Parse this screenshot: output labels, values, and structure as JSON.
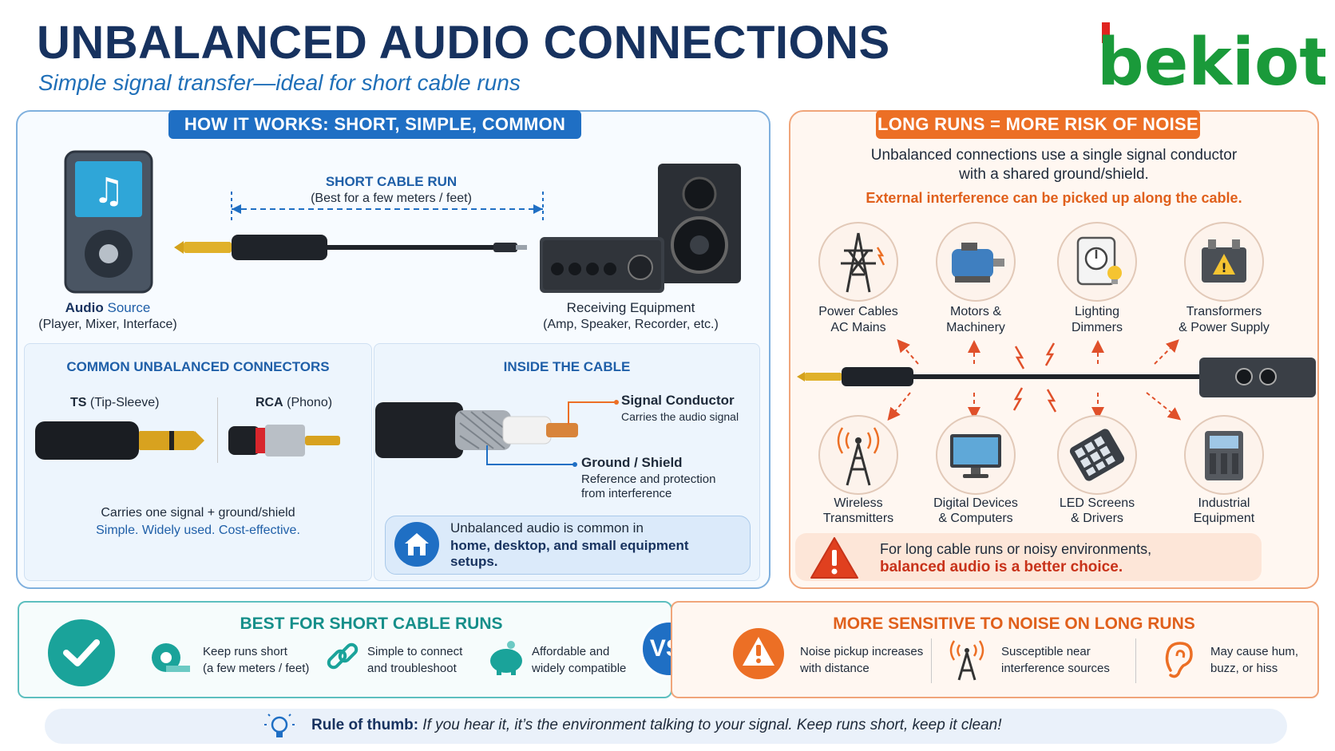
{
  "header": {
    "title": "UNBALANCED AUDIO CONNECTIONS",
    "subtitle": "Simple signal transfer—ideal for short cable runs",
    "logo_text": "bekiot"
  },
  "how": {
    "pill": "HOW IT WORKS: SHORT, SIMPLE, COMMON",
    "cable_run_title": "SHORT CABLE RUN",
    "cable_run_sub": "(Best for a few meters / feet)",
    "source_label_bold": "Audio",
    "source_label_rest": " Source",
    "source_sub": "(Player, Mixer, Interface)",
    "receiver_label": "Receiving Equipment",
    "receiver_sub": "(Amp, Speaker, Recorder, etc.)"
  },
  "connectors": {
    "title": "COMMON UNBALANCED CONNECTORS",
    "ts_bold": "TS",
    "ts_rest": " (Tip-Sleeve)",
    "rca_bold": "RCA",
    "rca_rest": " (Phono)",
    "carries": "Carries one signal + ground/shield",
    "simple": "Simple. Widely used. Cost-effective."
  },
  "inside": {
    "title": "INSIDE THE CABLE",
    "signal_title": "Signal Conductor",
    "signal_sub": "Carries the audio signal",
    "ground_title": "Ground / Shield",
    "ground_sub1": "Reference and protection",
    "ground_sub2": "from interference",
    "home_line1": "Unbalanced audio is common in",
    "home_line2": "home, desktop, and small equipment",
    "home_line3": "setups."
  },
  "risk": {
    "pill": "LONG RUNS = MORE RISK OF NOISE",
    "desc1": "Unbalanced connections use a single signal conductor",
    "desc2": "with a shared ground/shield.",
    "warning": "External interference can be picked up along the cable.",
    "top_sources": [
      {
        "line1": "Power Cables",
        "line2": "AC Mains"
      },
      {
        "line1": "Motors &",
        "line2": "Machinery"
      },
      {
        "line1": "Lighting",
        "line2": "Dimmers"
      },
      {
        "line1": "Transformers",
        "line2": "& Power Supply"
      }
    ],
    "bottom_sources": [
      {
        "line1": "Wireless",
        "line2": "Transmitters"
      },
      {
        "line1": "Digital Devices",
        "line2": "& Computers"
      },
      {
        "line1": "LED Screens",
        "line2": "& Drivers"
      },
      {
        "line1": "Industrial",
        "line2": "Equipment"
      }
    ],
    "balanced_line1": "For long cable runs or noisy environments,",
    "balanced_line2": "balanced audio is a better choice."
  },
  "best": {
    "title": "BEST FOR SHORT CABLE RUNS",
    "items": [
      {
        "line1": "Keep runs short",
        "line2": "(a few meters / feet)"
      },
      {
        "line1": "Simple to connect",
        "line2": "and troubleshoot"
      },
      {
        "line1": "Affordable and",
        "line2": "widely compatible"
      }
    ]
  },
  "vs": "VS.",
  "noise": {
    "title": "MORE SENSITIVE TO NOISE ON LONG RUNS",
    "items": [
      {
        "line1": "Noise pickup increases",
        "line2": "with distance"
      },
      {
        "line1": "Susceptible near",
        "line2": "interference sources"
      },
      {
        "line1": "May cause hum,",
        "line2": "buzz, or hiss"
      }
    ]
  },
  "rule": {
    "label": "Rule of thumb:",
    "text": " If you hear it, it’s the environment talking to your signal. Keep runs short, keep it clean!"
  },
  "colors": {
    "navy": "#17325f",
    "blue": "#1f6fc4",
    "orange": "#ec6f25",
    "teal": "#1aa39a",
    "logo_green": "#1a9a3a",
    "logo_red": "#e0231f"
  }
}
